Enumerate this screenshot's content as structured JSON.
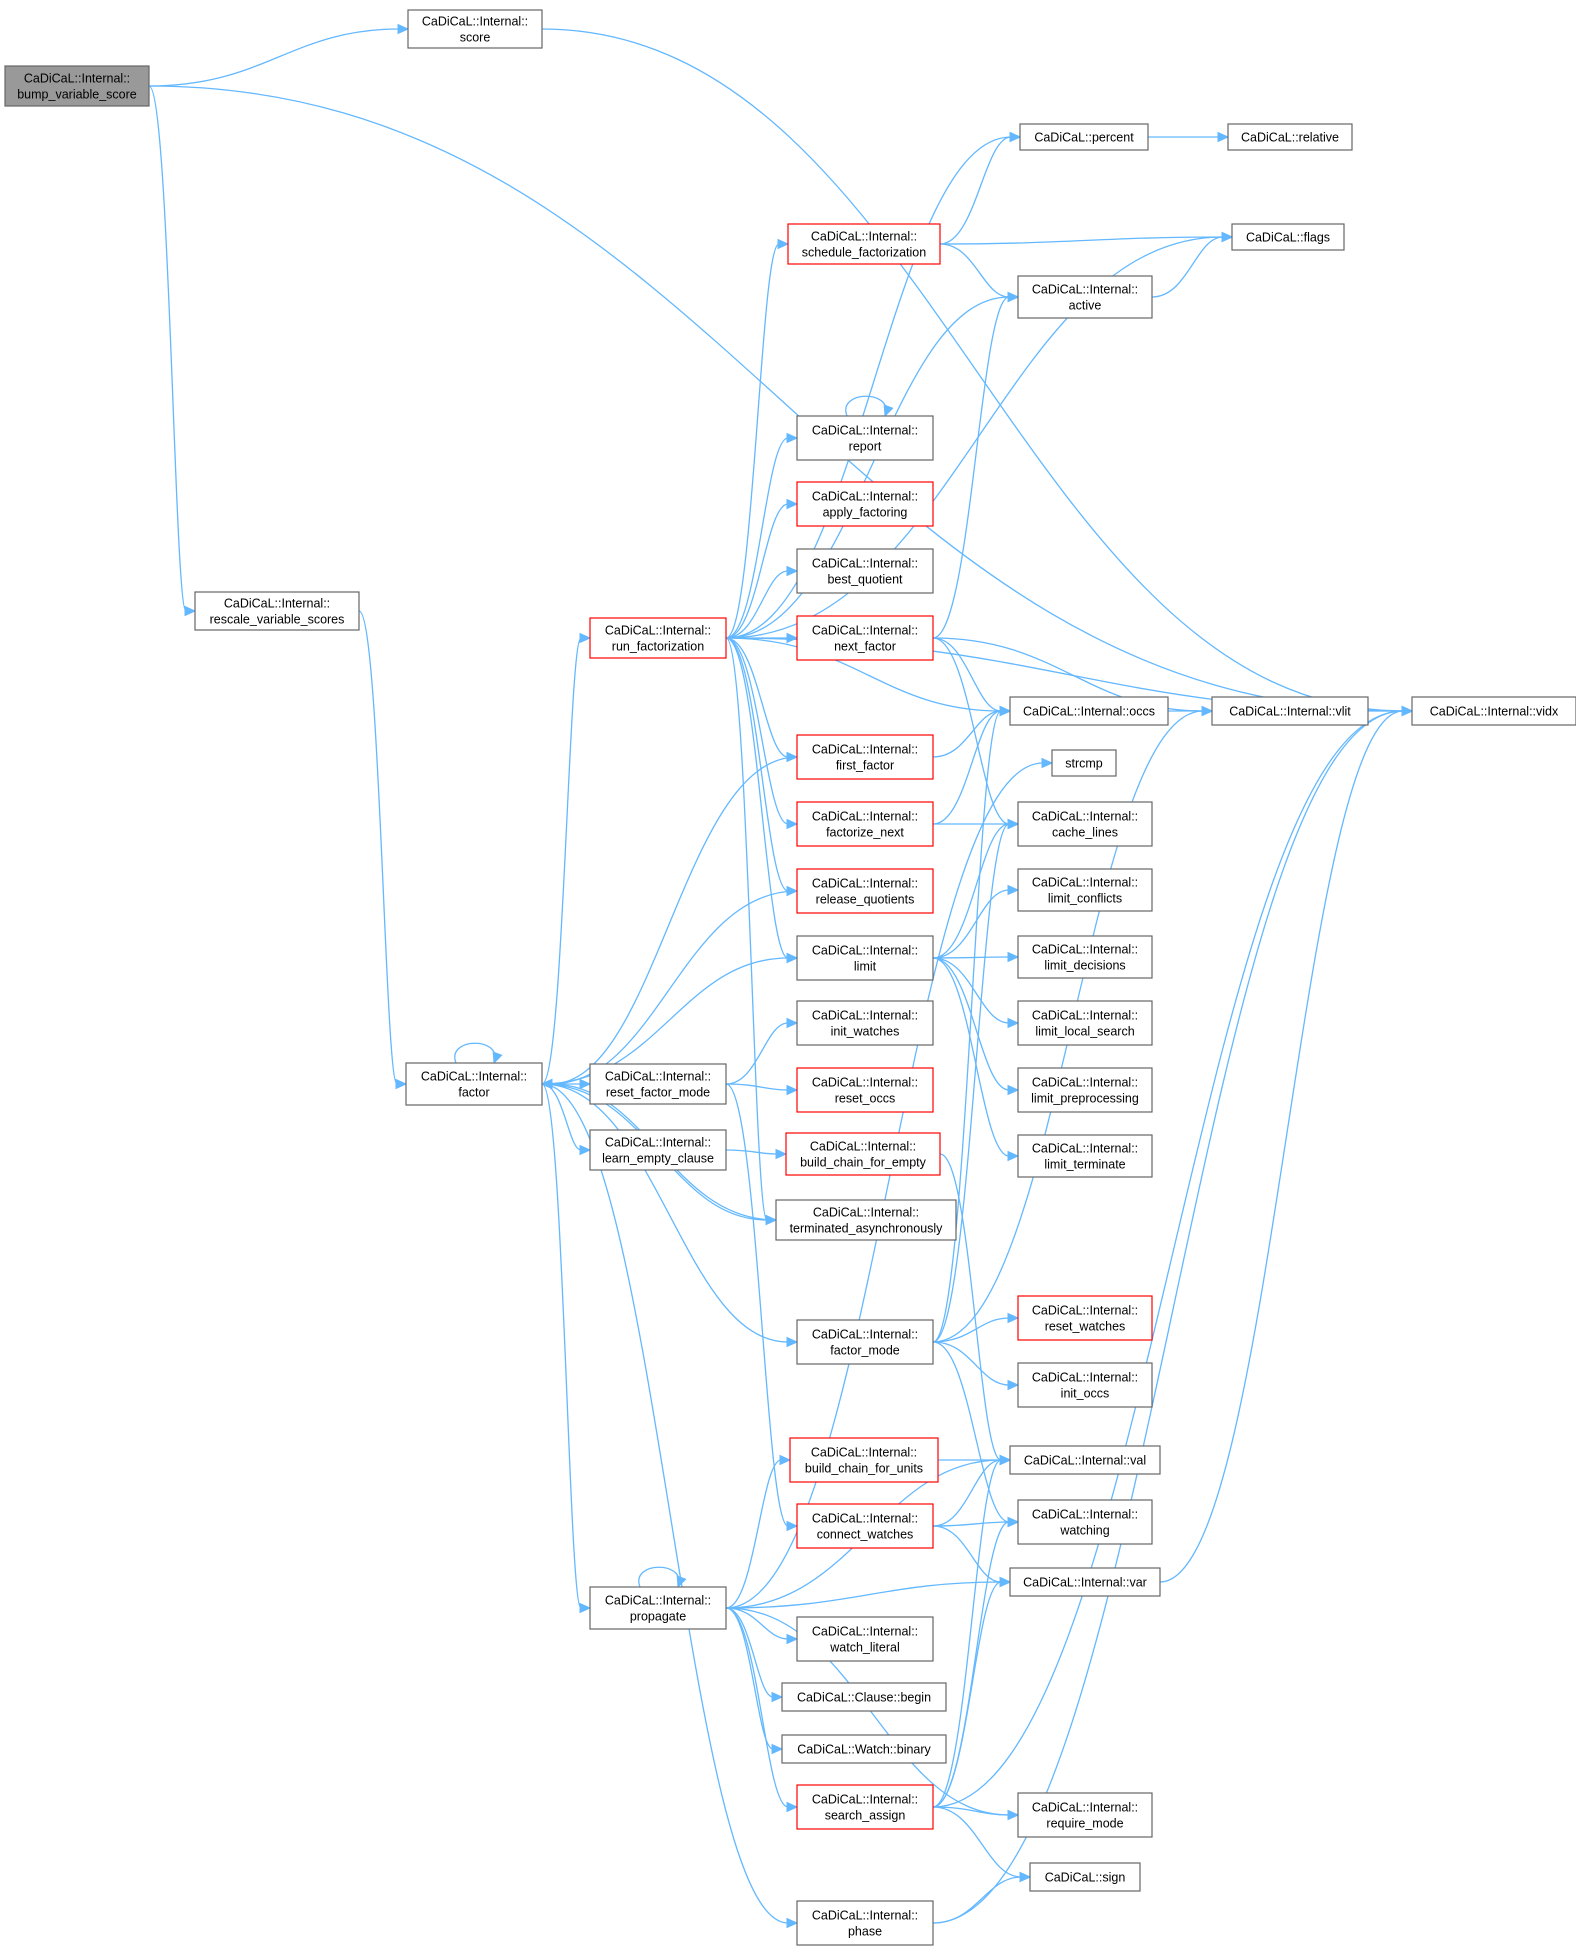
{
  "title": "",
  "colors": {
    "edge": "#63b8ff",
    "node_border": "#666666",
    "node_border_incomplete": "#ff0000",
    "root_fill": "#999999",
    "node_fill": "#ffffff"
  },
  "nodes": [
    {
      "id": "bump",
      "lines": [
        "CaDiCaL::Internal::",
        "bump_variable_score"
      ],
      "style": "root"
    },
    {
      "id": "score",
      "lines": [
        "CaDiCaL::Internal::",
        "score"
      ],
      "style": "normal"
    },
    {
      "id": "vidx",
      "lines": [
        "CaDiCaL::Internal::vidx"
      ],
      "style": "normal"
    },
    {
      "id": "rescale",
      "lines": [
        "CaDiCaL::Internal::",
        "rescale_variable_scores"
      ],
      "style": "normal"
    },
    {
      "id": "factor",
      "lines": [
        "CaDiCaL::Internal::",
        "factor"
      ],
      "style": "normal"
    },
    {
      "id": "percent",
      "lines": [
        "CaDiCaL::percent"
      ],
      "style": "normal"
    },
    {
      "id": "relative",
      "lines": [
        "CaDiCaL::relative"
      ],
      "style": "normal"
    },
    {
      "id": "flags",
      "lines": [
        "CaDiCaL::flags"
      ],
      "style": "normal"
    },
    {
      "id": "schedule",
      "lines": [
        "CaDiCaL::Internal::",
        "schedule_factorization"
      ],
      "style": "red"
    },
    {
      "id": "active",
      "lines": [
        "CaDiCaL::Internal::",
        "active"
      ],
      "style": "normal"
    },
    {
      "id": "report",
      "lines": [
        "CaDiCaL::Internal::",
        "report"
      ],
      "style": "normal"
    },
    {
      "id": "apply",
      "lines": [
        "CaDiCaL::Internal::",
        "apply_factoring"
      ],
      "style": "red"
    },
    {
      "id": "bestq",
      "lines": [
        "CaDiCaL::Internal::",
        "best_quotient"
      ],
      "style": "normal"
    },
    {
      "id": "runfact",
      "lines": [
        "CaDiCaL::Internal::",
        "run_factorization"
      ],
      "style": "red"
    },
    {
      "id": "nextf",
      "lines": [
        "CaDiCaL::Internal::",
        "next_factor"
      ],
      "style": "red"
    },
    {
      "id": "occs",
      "lines": [
        "CaDiCaL::Internal::occs"
      ],
      "style": "normal"
    },
    {
      "id": "vlit",
      "lines": [
        "CaDiCaL::Internal::vlit"
      ],
      "style": "normal"
    },
    {
      "id": "firstf",
      "lines": [
        "CaDiCaL::Internal::",
        "first_factor"
      ],
      "style": "red"
    },
    {
      "id": "strcmp",
      "lines": [
        "strcmp"
      ],
      "style": "normal"
    },
    {
      "id": "factnext",
      "lines": [
        "CaDiCaL::Internal::",
        "factorize_next"
      ],
      "style": "red"
    },
    {
      "id": "cache",
      "lines": [
        "CaDiCaL::Internal::",
        "cache_lines"
      ],
      "style": "normal"
    },
    {
      "id": "release",
      "lines": [
        "CaDiCaL::Internal::",
        "release_quotients"
      ],
      "style": "red"
    },
    {
      "id": "limconf",
      "lines": [
        "CaDiCaL::Internal::",
        "limit_conflicts"
      ],
      "style": "normal"
    },
    {
      "id": "limit",
      "lines": [
        "CaDiCaL::Internal::",
        "limit"
      ],
      "style": "normal"
    },
    {
      "id": "limdec",
      "lines": [
        "CaDiCaL::Internal::",
        "limit_decisions"
      ],
      "style": "normal"
    },
    {
      "id": "initw",
      "lines": [
        "CaDiCaL::Internal::",
        "init_watches"
      ],
      "style": "normal"
    },
    {
      "id": "limloc",
      "lines": [
        "CaDiCaL::Internal::",
        "limit_local_search"
      ],
      "style": "normal"
    },
    {
      "id": "resetfm",
      "lines": [
        "CaDiCaL::Internal::",
        "reset_factor_mode"
      ],
      "style": "normal"
    },
    {
      "id": "resetoccs",
      "lines": [
        "CaDiCaL::Internal::",
        "reset_occs"
      ],
      "style": "red"
    },
    {
      "id": "limpre",
      "lines": [
        "CaDiCaL::Internal::",
        "limit_preprocessing"
      ],
      "style": "normal"
    },
    {
      "id": "learn",
      "lines": [
        "CaDiCaL::Internal::",
        "learn_empty_clause"
      ],
      "style": "normal"
    },
    {
      "id": "bcempty",
      "lines": [
        "CaDiCaL::Internal::",
        "build_chain_for_empty"
      ],
      "style": "red"
    },
    {
      "id": "limterm",
      "lines": [
        "CaDiCaL::Internal::",
        "limit_terminate"
      ],
      "style": "normal"
    },
    {
      "id": "termasync",
      "lines": [
        "CaDiCaL::Internal::",
        "terminated_asynchronously"
      ],
      "style": "normal"
    },
    {
      "id": "resetw",
      "lines": [
        "CaDiCaL::Internal::",
        "reset_watches"
      ],
      "style": "red"
    },
    {
      "id": "factmode",
      "lines": [
        "CaDiCaL::Internal::",
        "factor_mode"
      ],
      "style": "normal"
    },
    {
      "id": "initoccs",
      "lines": [
        "CaDiCaL::Internal::",
        "init_occs"
      ],
      "style": "normal"
    },
    {
      "id": "bcunits",
      "lines": [
        "CaDiCaL::Internal::",
        "build_chain_for_units"
      ],
      "style": "red"
    },
    {
      "id": "val",
      "lines": [
        "CaDiCaL::Internal::val"
      ],
      "style": "normal"
    },
    {
      "id": "connw",
      "lines": [
        "CaDiCaL::Internal::",
        "connect_watches"
      ],
      "style": "red"
    },
    {
      "id": "watching",
      "lines": [
        "CaDiCaL::Internal::",
        "watching"
      ],
      "style": "normal"
    },
    {
      "id": "propagate",
      "lines": [
        "CaDiCaL::Internal::",
        "propagate"
      ],
      "style": "normal"
    },
    {
      "id": "var",
      "lines": [
        "CaDiCaL::Internal::var"
      ],
      "style": "normal"
    },
    {
      "id": "watchlit",
      "lines": [
        "CaDiCaL::Internal::",
        "watch_literal"
      ],
      "style": "normal"
    },
    {
      "id": "clbegin",
      "lines": [
        "CaDiCaL::Clause::begin"
      ],
      "style": "normal"
    },
    {
      "id": "wbinary",
      "lines": [
        "CaDiCaL::Watch::binary"
      ],
      "style": "normal"
    },
    {
      "id": "search",
      "lines": [
        "CaDiCaL::Internal::",
        "search_assign"
      ],
      "style": "red"
    },
    {
      "id": "reqmode",
      "lines": [
        "CaDiCaL::Internal::",
        "require_mode"
      ],
      "style": "normal"
    },
    {
      "id": "sign",
      "lines": [
        "CaDiCaL::sign"
      ],
      "style": "normal"
    },
    {
      "id": "phase",
      "lines": [
        "CaDiCaL::Internal::",
        "phase"
      ],
      "style": "normal"
    }
  ],
  "edges": [
    [
      "bump",
      "score"
    ],
    [
      "bump",
      "vidx"
    ],
    [
      "bump",
      "rescale"
    ],
    [
      "score",
      "vidx"
    ],
    [
      "rescale",
      "factor"
    ],
    [
      "factor",
      "factor"
    ],
    [
      "factor",
      "runfact"
    ],
    [
      "factor",
      "limit"
    ],
    [
      "factor",
      "resetfm"
    ],
    [
      "factor",
      "learn"
    ],
    [
      "factor",
      "termasync"
    ],
    [
      "factor",
      "factmode"
    ],
    [
      "factor",
      "propagate"
    ],
    [
      "factor",
      "phase"
    ],
    [
      "runfact",
      "percent"
    ],
    [
      "runfact",
      "flags"
    ],
    [
      "runfact",
      "schedule"
    ],
    [
      "runfact",
      "active"
    ],
    [
      "runfact",
      "vidx"
    ],
    [
      "runfact",
      "report"
    ],
    [
      "runfact",
      "apply"
    ],
    [
      "runfact",
      "bestq"
    ],
    [
      "runfact",
      "nextf"
    ],
    [
      "runfact",
      "occs"
    ],
    [
      "runfact",
      "firstf"
    ],
    [
      "runfact",
      "factnext"
    ],
    [
      "runfact",
      "release"
    ],
    [
      "runfact",
      "limit"
    ],
    [
      "runfact",
      "termasync"
    ],
    [
      "percent",
      "relative"
    ],
    [
      "schedule",
      "percent"
    ],
    [
      "schedule",
      "flags"
    ],
    [
      "schedule",
      "active"
    ],
    [
      "active",
      "flags"
    ],
    [
      "report",
      "report"
    ],
    [
      "nextf",
      "active"
    ],
    [
      "nextf",
      "occs"
    ],
    [
      "nextf",
      "vlit"
    ],
    [
      "nextf",
      "cache"
    ],
    [
      "occs",
      "vlit"
    ],
    [
      "vlit",
      "vidx"
    ],
    [
      "firstf",
      "occs"
    ],
    [
      "firstf",
      "factor"
    ],
    [
      "factnext",
      "occs"
    ],
    [
      "factnext",
      "cache"
    ],
    [
      "release",
      "factor"
    ],
    [
      "limit",
      "cache"
    ],
    [
      "limit",
      "limconf"
    ],
    [
      "limit",
      "limdec"
    ],
    [
      "limit",
      "limloc"
    ],
    [
      "limit",
      "limpre"
    ],
    [
      "limit",
      "limterm"
    ],
    [
      "resetfm",
      "initw"
    ],
    [
      "resetfm",
      "resetoccs"
    ],
    [
      "resetfm",
      "connw"
    ],
    [
      "learn",
      "bcempty"
    ],
    [
      "bcempty",
      "val"
    ],
    [
      "termasync",
      "factor"
    ],
    [
      "factmode",
      "resetw"
    ],
    [
      "factmode",
      "initoccs"
    ],
    [
      "factmode",
      "watching"
    ],
    [
      "factmode",
      "vlit"
    ],
    [
      "factmode",
      "occs"
    ],
    [
      "factmode",
      "cache"
    ],
    [
      "bcunits",
      "val"
    ],
    [
      "connw",
      "val"
    ],
    [
      "connw",
      "watching"
    ],
    [
      "connw",
      "var"
    ],
    [
      "var",
      "vidx"
    ],
    [
      "propagate",
      "propagate"
    ],
    [
      "propagate",
      "val"
    ],
    [
      "propagate",
      "var"
    ],
    [
      "propagate",
      "watchlit"
    ],
    [
      "propagate",
      "clbegin"
    ],
    [
      "propagate",
      "wbinary"
    ],
    [
      "propagate",
      "search"
    ],
    [
      "propagate",
      "reqmode"
    ],
    [
      "propagate",
      "bcunits"
    ],
    [
      "propagate",
      "strcmp"
    ],
    [
      "search",
      "val"
    ],
    [
      "search",
      "var"
    ],
    [
      "search",
      "vidx"
    ],
    [
      "search",
      "reqmode"
    ],
    [
      "search",
      "sign"
    ],
    [
      "search",
      "watching"
    ],
    [
      "phase",
      "sign"
    ],
    [
      "phase",
      "vidx"
    ]
  ]
}
